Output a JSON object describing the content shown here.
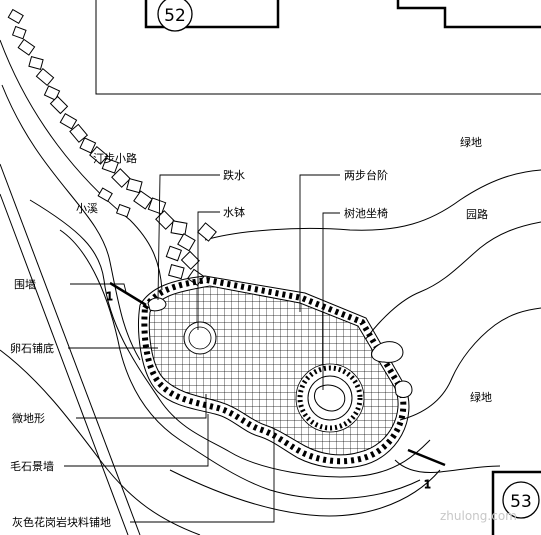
{
  "plan": {
    "tags": {
      "top": "52",
      "bottom_right": "53"
    },
    "labels": {
      "stepping_path": "汀步小路",
      "stream": "小溪",
      "spring": "跌水",
      "water_bowl": "水钵",
      "two_step": "两步台阶",
      "tree_seat": "树池坐椅",
      "green_top": "绿地",
      "garden_road": "园路",
      "green_right": "绿地",
      "wall": "围墙",
      "pebble_bed": "卵石铺底",
      "micro_terrain": "微地形",
      "rubble_wall": "毛石景墙",
      "paving": "灰色花岗岩块料铺地"
    },
    "section_marks": {
      "left": "1",
      "right": "1"
    },
    "watermark": "zhulong.com"
  }
}
